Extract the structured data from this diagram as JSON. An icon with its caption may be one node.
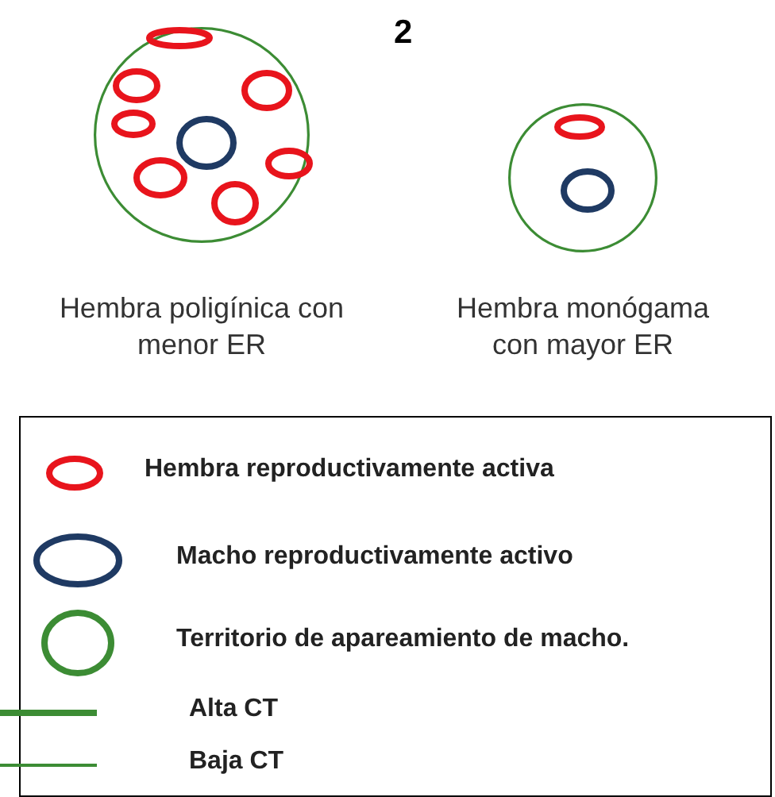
{
  "diagram": {
    "nodes": [
      {
        "text": [],
        "shape": "circle",
        "beside": [
          "Hembra poligínica con menor ER"
        ]
      },
      {
        "text": [],
        "shape": "ellipse",
        "in": 0
      },
      {
        "text": [],
        "shape": "ellipse",
        "in": 0
      },
      {
        "text": [],
        "shape": "ellipse",
        "in": 0
      },
      {
        "text": [],
        "shape": "ellipse",
        "in": 0
      },
      {
        "text": [],
        "shape": "ellipse",
        "in": 0
      },
      {
        "text": [],
        "shape": "ellipse",
        "in": 0
      },
      {
        "text": [],
        "shape": "ellipse",
        "in": 0
      },
      {
        "text": [],
        "shape": "ellipse",
        "in": 0
      },
      {
        "text": [],
        "shape": "circle",
        "beside": [
          "Hembra monógama con mayor ER"
        ]
      },
      {
        "text": [],
        "shape": "ellipse",
        "in": 9
      },
      {
        "text": [],
        "shape": "ellipse",
        "in": 9
      }
    ],
    "edges": [],
    "labels": [
      "2"
    ],
    "legend": [
      {
        "text": "Hembra reproductivamente activa"
      },
      {
        "text": "Macho reproductivamente activo"
      },
      {
        "text": "Territorio de apareamiento de macho."
      },
      {
        "text": "Alta CT"
      },
      {
        "text": "Baja CT"
      }
    ]
  }
}
